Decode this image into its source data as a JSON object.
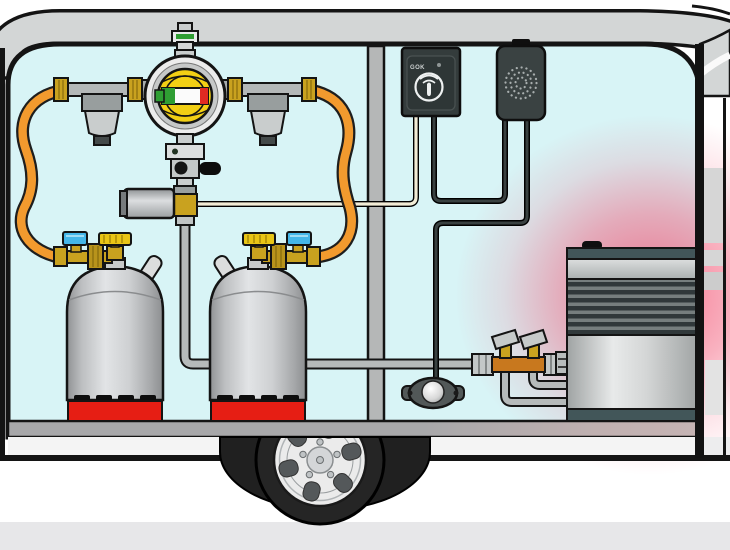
{
  "meta": {
    "description": "Cutaway illustration of an LPG gas installation in a caravan",
    "visible_text": [
      "GOK"
    ]
  },
  "panels": {
    "control_panel": {
      "logo": "GOK"
    }
  },
  "colors": {
    "interior": "#d8f4f6",
    "roof": "#d3d6d6",
    "wall_divider": "#b5b7b7",
    "floor": "#a8a8aa",
    "ground": "#e7e7e9",
    "hose_orange": "#f29a2e",
    "pipe_gray": "#b6baba",
    "brass": "#c9a21f",
    "handwheel_yellow": "#e9c516",
    "handwheel_blue": "#45b6e8",
    "bottle_base_red": "#e61e14",
    "dial_yellow": "#f2cf14",
    "indicator_green": "#2f9e33",
    "indicator_red": "#e02b22",
    "heater_teal": "#425659",
    "heat_glow": "#f25272",
    "panel_dark": "#343c3c",
    "wire_black": "#394141",
    "wire_cream": "#f2ecd6",
    "tire_black": "#252525"
  },
  "components": [
    {
      "name": "changeover-valve",
      "label": "Automatic changeover valve with level indicator"
    },
    {
      "name": "gas-filter-left",
      "label": "Gas filter"
    },
    {
      "name": "gas-filter-right",
      "label": "Gas filter"
    },
    {
      "name": "high-pressure-hose-left",
      "label": "High pressure hose"
    },
    {
      "name": "high-pressure-hose-right",
      "label": "High pressure hose"
    },
    {
      "name": "crash-sensor-regulator",
      "label": "Regulator with crash sensor"
    },
    {
      "name": "gas-bottle-left",
      "label": "Gas bottle"
    },
    {
      "name": "gas-bottle-right",
      "label": "Gas bottle"
    },
    {
      "name": "supply-pipe",
      "label": "Gas supply pipe"
    },
    {
      "name": "manifold-shutoff-valves",
      "label": "Manifold with shut-off valves"
    },
    {
      "name": "gas-leak-sensor",
      "label": "Gas leak sensor"
    },
    {
      "name": "control-panel",
      "label": "Remote control panel"
    },
    {
      "name": "alarm-panel",
      "label": "Gas alarm with speaker"
    },
    {
      "name": "heater",
      "label": "Gas heater"
    },
    {
      "name": "wheel",
      "label": "Caravan wheel"
    },
    {
      "name": "divider-wall",
      "label": "Gas locker divider wall"
    }
  ]
}
